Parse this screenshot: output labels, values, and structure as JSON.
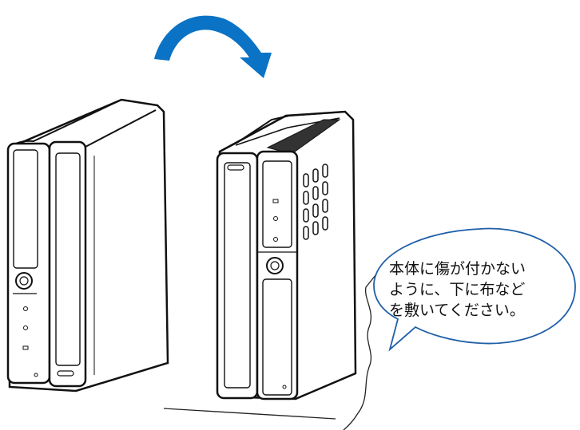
{
  "colors": {
    "arrow": "#0b73c5",
    "outline": "#111111",
    "callout_border": "#1f5fa8"
  },
  "callout": {
    "lines": [
      "本体に傷が付かない",
      "ように、下に布など",
      "を敷いてください。"
    ]
  }
}
